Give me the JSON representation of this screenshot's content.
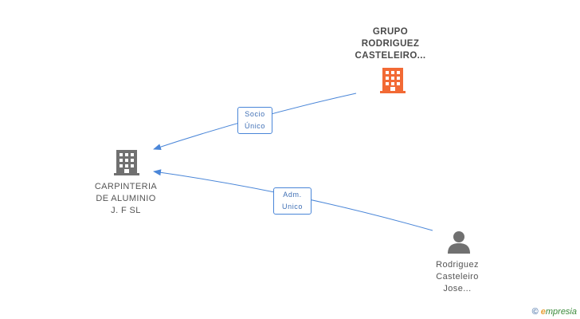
{
  "nodes": {
    "grupo": {
      "line1": "GRUPO",
      "line2": "RODRIGUEZ",
      "line3": "CASTELEIRO...",
      "color": "#f26a35"
    },
    "carpinteria": {
      "line1": "CARPINTERIA",
      "line2": "DE ALUMINIO",
      "line3": "J. F SL",
      "color": "#707070"
    },
    "person": {
      "line1": "Rodriguez",
      "line2": "Casteleiro",
      "line3": "Jose...",
      "color": "#707070"
    }
  },
  "edges": {
    "socio": {
      "line1": "Socio",
      "line2": "Único"
    },
    "adm": {
      "line1": "Adm.",
      "line2": "Unico"
    }
  },
  "brand": {
    "copyright": "©",
    "first_letter": "e",
    "rest": "mpresia"
  },
  "colors": {
    "edge": "#4a86d8",
    "accent": "#f26a35",
    "neutral": "#707070"
  }
}
